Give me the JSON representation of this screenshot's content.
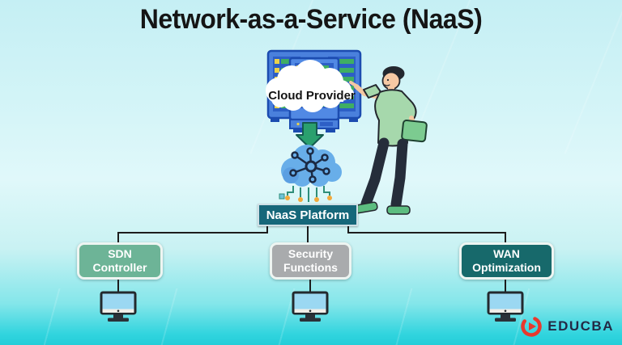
{
  "title": "Network-as-a-Service (NaaS)",
  "diagram": {
    "cloud_provider": {
      "label": "Cloud Provider"
    },
    "platform": {
      "label": "NaaS Platform",
      "color": "#16677a"
    },
    "nodes": [
      {
        "line1": "SDN",
        "line2": "Controller",
        "color": "#6db497"
      },
      {
        "line1": "Security",
        "line2": "Functions",
        "color": "#a9abad"
      },
      {
        "line1": "WAN",
        "line2": "Optimization",
        "color": "#17696b"
      }
    ],
    "icons": {
      "server": "server-rack-icon",
      "naas_cloud": "cloud-network-icon",
      "arrow": "down-arrow-icon",
      "endpoint": "desktop-monitor-icon",
      "person": "person-illustration"
    }
  },
  "branding": {
    "logo_text": "EDUCBA",
    "logo_red": "#e8392e",
    "logo_text_color": "#232a45"
  },
  "background": {
    "top": "#c5eff4",
    "bottom": "#25cdd8"
  }
}
